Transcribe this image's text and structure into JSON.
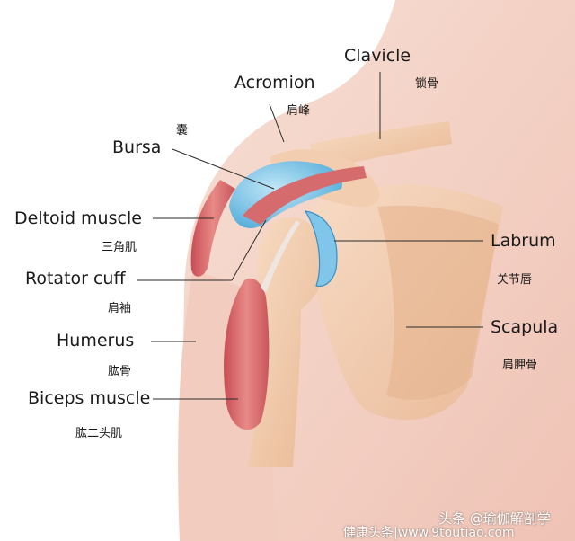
{
  "labels": {
    "clavicle": {
      "en": "Clavicle",
      "zh": "锁骨"
    },
    "acromion": {
      "en": "Acromion",
      "zh": "肩峰"
    },
    "bursa": {
      "en": "Bursa",
      "zh": "囊"
    },
    "deltoid": {
      "en": "Deltoid muscle",
      "zh": "三角肌"
    },
    "rotator": {
      "en": "Rotator cuff",
      "zh": "肩袖"
    },
    "humerus": {
      "en": "Humerus",
      "zh": "肱骨"
    },
    "biceps": {
      "en": "Biceps muscle",
      "zh": "肱二头肌"
    },
    "labrum": {
      "en": "Labrum",
      "zh": "关节唇"
    },
    "scapula": {
      "en": "Scapula",
      "zh": "肩胛骨"
    }
  },
  "watermark": "头条 @瑜伽解剖学",
  "watermark2": "健康头条|www.9toutiao.com",
  "colors": {
    "skin": "#f3d3c6",
    "bone": "#f1c9a9",
    "muscle": "#d9636a",
    "bursa": "#6fbde3",
    "cartilage": "#a9dbf0",
    "leader_line": "#2a2a2a"
  }
}
